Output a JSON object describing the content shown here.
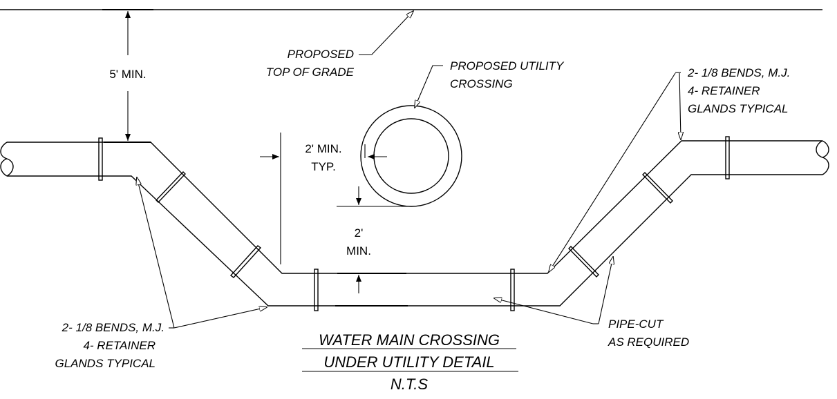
{
  "labels": {
    "top_of_grade_line1": "PROPOSED",
    "top_of_grade_line2": "TOP OF GRADE",
    "cover": "5' MIN.",
    "utility_line1": "PROPOSED UTILITY",
    "utility_line2": "CROSSING",
    "horiz_clear_line1": "2' MIN.",
    "horiz_clear_line2": "TYP.",
    "vert_clear_line1": "2'",
    "vert_clear_line2": "MIN.",
    "bends_right_line1": "2- 1/8 BENDS, M.J.",
    "bends_right_line2": "4- RETAINER",
    "bends_right_line3": "GLANDS TYPICAL",
    "bends_left_line1": "2- 1/8 BENDS, M.J.",
    "bends_left_line2": "4- RETAINER",
    "bends_left_line3": "GLANDS TYPICAL",
    "pipe_cut_line1": "PIPE-CUT",
    "pipe_cut_line2": "AS REQUIRED"
  },
  "title": {
    "line1": "WATER MAIN CROSSING",
    "line2": "UNDER UTILITY DETAIL",
    "line3": "N.T.S"
  },
  "colors": {
    "line": "#000000",
    "background": "#ffffff"
  }
}
